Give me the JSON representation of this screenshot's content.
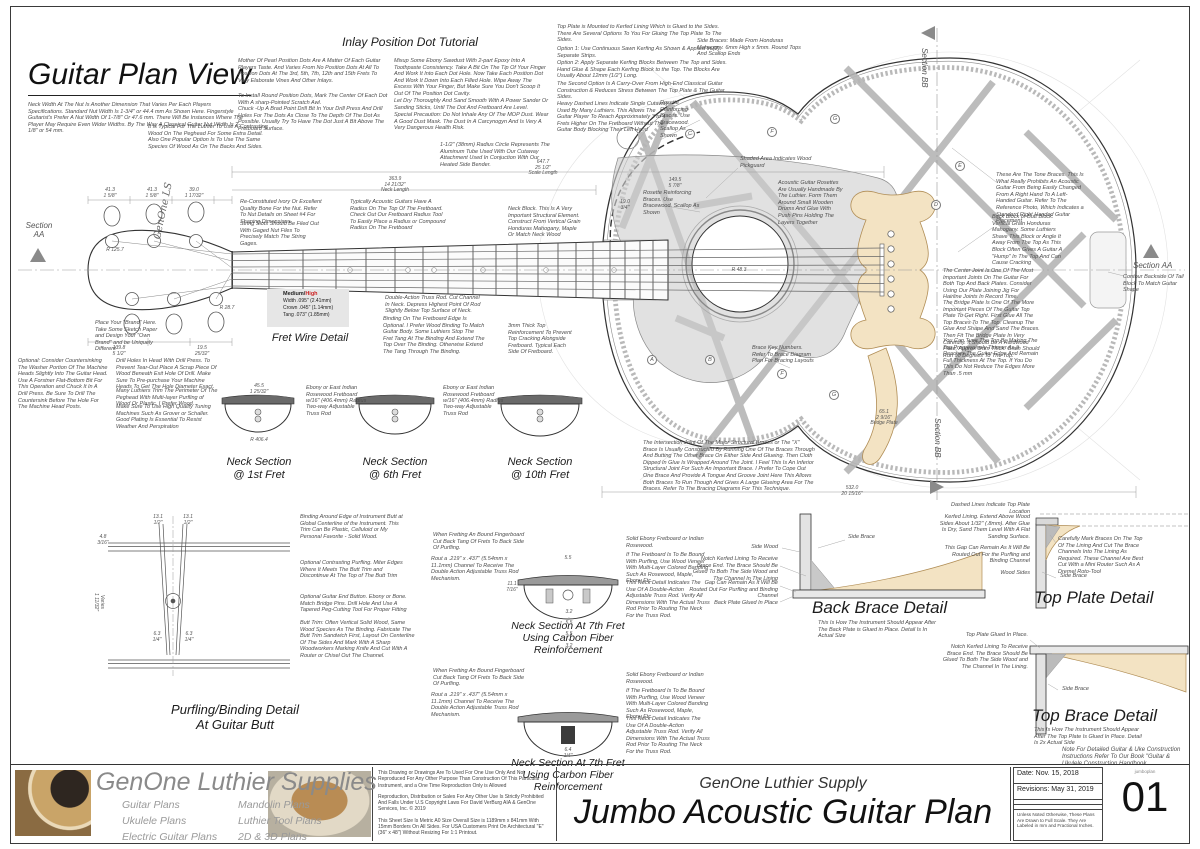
{
  "sheet": {
    "view_title": "Guitar Plan View"
  },
  "tutorial": {
    "title": "Inlay Position Dot Tutorial",
    "c1p1": "Mother Of Pearl Position Dots Are A Matter Of Each Guitar Players Taste. And Varies From No Position Dots At All To Position Dots At The 3rd, 5th, 7th, 12th and 15th Frets To Very Elaborate Vines And Other Inlays.",
    "c1p2": "To Install Round Position Dots, Mark The Center Of Each Dot With A sharp-Pointed Scratch Awl.",
    "c1p3": "Chuck -Up A Brad Point Drill Bit In Your Drill Press And Drill Holes For The Dots As Close To The Depth Of The Dot As Possible. Usually Try To Have The Dot Just A Bit Above The Fretboard Surface.",
    "c2p1": "Mixup Some Ebony Sawdust With 2-part Epoxy Into A Toothpaste Consistency. Take A Bit On The Tip Of Your Finger And Work It Into Each Dot Hole. Now Take Each Position Dot And Work It Down Into Each Filled Hole. Wipe Away The Excess With Your Finger, But Make Sure You Don't Scoop It Out Of The Position Dot Cavity.",
    "c2p2": "Let Dry Thoroughly And Sand Smooth With A Power Sander Or Sanding Sticks, Until The Dot And Fretboard Are Level.",
    "c2p3": "Special Precaution: Do Not Inhale Any Of The MOP Dust. Wear A Good Dust Mask. The Dust In A Carcynogyn And Is Very A Very Dangerous Health Risk."
  },
  "rim": {
    "intro": "Top Plate is Mounted to Kerfed Lining Which is Glued to the Sides. There Are Several Options To You For Gluing The Top Plate To The Sides.",
    "option1": "Option 1: Use Continuous Sawn Kerfing As Shown & Applied In (2) Separate Strips.",
    "option2": "Option 2: Apply Separate Kerfing Blocks Between The Top and Sides. Hand Glue & Shape Each Kerfing Block to the Top. The Blocks Are Usually About 12mm (1/2\") Long.",
    "carryover": "The Second Option Is A Carry-Over From High-End Classical Guitar Construction & Reduces Stress Between The Top Plate & The Guitar Sides.",
    "cutaway": "Heavy Dashed Lines Indicate Single Cutaway Used By Many Luthiers. This Allows The Guitar Player To Reach Approximately 3 to 4 Frets Higher On The Fretboard Without The Guitar Body Blocking Their Left Hand",
    "side_braces": "Side Braces: Made From Honduras Mahogany. 6mm High x 5mm. Round Tops And Scallop Ends",
    "radius_circle": "1-1/2\" (38mm) Radius Circle Represents The Aluminum Tube Used With Our Cutaway Attachment Used In Conjuction With Our Heated Side Bender."
  },
  "head": {
    "view_note": "Neck Width At The Nut Is Another Dimension That Varies Per Each Players Specifications. Standard Nut Width Is 1-3/4\" or 44.4 mm As Shown Here. Fingerstyle Guitarist's Prefer A Nut Width Of 1-7/8\" Or 47.6 mm. There Will Be Instances Where The Player May Require Even Wider Widths. By The Way A Classical Guitar Nut Width Is 2-1/8\" or 54 mm.",
    "contrasting": "It Is Typical For The Luthier To Use A Contrasting Wood On The Peghead For Some Extra Detail. Also One Popular Option Is To Use The Same Species Of Wood As On The Backs And Sides.",
    "brand": "Place Your \"Brand\" Here. Take Some Sketch Paper and Design Your \"Own Brand\" and be Uniquely Different",
    "countersink": "Optional: Consider Countersinking The Washer Portion Of The Machine Heads Slightly Into The Guitar Head. Use A Forstner Flat-Bottom Bit For This Operation and Chuck It In A Drill Press. Be Sure To Drill The Countersink Before The Hole For The Machine Head Posts.",
    "drill": "Drill Holes In Head With Drill Press. To Prevent Tear-Out Place A Scrap Piece Of Wood Beneath Exit Hole Of Drill. Make Sure To Pre-purchase Your Machine Heads To Get The Hole Diameter Exact.",
    "purfling": "Many Luthiers Trim The Perimeter Of The Peghead With Multi-layer Purfling of Wood Or Plastic. I Prefer Wood.",
    "tuners": "Make Sure To Use High Quality Tuning Machines Such As Grover or Schaller. Good Plating Is Essential To Resist Weather And Perspiration",
    "logo": "GenOne LS"
  },
  "neck": {
    "nut_material": "Re-Constituted Ivory Or Excellent Quality Bone For the Nut. Refer To Nut Details on Sheet #4 For Shaping Dimensions",
    "string_slots": "String Slots Should Be Filed Out With Gaged Nut Files To Precisely Match The String Gages.",
    "radius": "Typically Acoustic Guitars Have A Radius On The Top Of The Fretboard. Check Out Our Fretboard Radius Tool To Easily Place a Radius or Compound Radius On The Fretboard",
    "neck_block": "Neck Block. This Is A Very Important Structural Element. Construct From Vertical Grain Honduras Mahogany, Maple Or Match Neck Wood",
    "truss": "Double-Action Truss Rod. Cut Channel In Neck. Depress Highest Point Of Rod Slightly Below Top Surface of Neck.",
    "binding": "Binding On The Fretboard Edge Is Optional. I Prefer Wood Binding To Match Guitar Body. Some Luthiers Stop The Fret Tang At The Binding And Extend The Top Over The Binding. Otherwise Extend The Tang Through The Binding.",
    "reinforcement": "3mm Thick Top Reinforcement To Prevent Top Cracking Alongside Fretboard. Typical Each Side Of Fretboard."
  },
  "body": {
    "pickguard": "Shaded Area Indicates Wood Pickguard",
    "rosette_braces": "Rosette Reinforcing Braces. Use Bracewood. Scallop As Shown",
    "rosettes": "Acoustic Guitar Rosettes Are Usually Handmade By The Luthier. Form Them Around Small Wooden Drums And Glue With Push Pins Holding The Layers Together",
    "tone_braces": "These Are The Tone Braces. This Is What Really Prohibits An Acoustic Guitar From Being Easily Changed From A Right Hand To A Left-Handed Guitar. Refer To The Reference Photo, Which Indicates a Standard Right Handed Guitar Placement",
    "back_block": "Back Block or Butt Block. Vertical Grain Honduras Mahogany. Some Luthiers Shave This Block or Angle It Away From The Top As This Block Often Gives A Guitar A \"Hump\" In The Top And Can Cause Cracking",
    "center_joint": "The Center Joint Is One Of The Most Important Joints On The Guitar For Both Top And Back Plates. Consider Using Our Plate Joining Jig For Hairline Joints In Record Time.",
    "bridge_plate": "The Bridge Plate Is One Of The More Important Pieces Of The Guitar Top Plate To Get Right. First Glue All The Top Braces To The Top. Cleanup The Glue And Shape And Sand The Braces. Then Fit The Bridge Plate In Very Carefully. It Should Be A Hardwood Plate, Approx 3mm Thick. Grain Should Run 90 Degrees To The Top.",
    "tap_tune": "You Can Tune The Top By Making The Top Progressively Thinner As It Reaches The Guitar Edge And Remain Full Thickness At The Top. If You Do This Do Not Reduce The Edges More Than .5 mm",
    "brace_key": "Brace Key Numbers. Refer To Brace Diagram Plan For Bracing Layouts",
    "x_joint": "The Intersection Joint Of The Major Structural Braces or The \"X\" Brace Is Usually Constructed By Running One Of The Braces Through And Butting The Other Brace On Either Side And Glueing. Then Cloth Dipped In Glue Is Wrapped Around The Joint. I Feel This Is An Inferior Structural Joint For Such An Important Brace. I Prefer To Cope Out One Brace And Provide A Tongue And Groove Joint Here This Allows Both Braces To Run Though And Gives A Large Glueing Area For The Braces. Refer To The Bracing Diagrams For This Technique.",
    "contour": "Contour Backside Of Tail Block To Match Guitar Shape"
  },
  "details": {
    "neck_section": "Neck Section",
    "fret1": "@ 1st Fret",
    "fret6": "@ 6th Fret",
    "fret10": "@ 10th Fret",
    "fretwire_label": "Fret Wire Detail",
    "grade_a": "Medium/",
    "grade_b": "High",
    "fw_width": "Width .095\" (2.41mm)",
    "fw_crown": "Crown .045\" (1.14mm)",
    "fw_tang": "Tang .073\" (1.85mm)",
    "fb_note": "Ebony or East Indian Rosewood Fretboard w/16\" (406.4mm) Radius",
    "truss2": "Two-way Adjustable Truss Rod",
    "s7_l1": "Neck Section At 7th Fret",
    "s7_l2": "Using Carbon Fiber",
    "s7_l3": "Reinforcement",
    "s7_tang": "When Fretting An Bound Fingerboard Cut Back Tang Of Frets To Back Side Of Purfling.",
    "s7_rout": "Rout a .219\" x .437\" (5.54mm x 11.1mm) Channel To Receive The Double Action Adjustable Truss Rod Mechanism.",
    "s7_ebony": "Solid Ebony Fretboard or Indian Rosewood.",
    "s7_bound": "If The Fretboard Is To Be Bound With Purfling, Use Wood Veneer With Multi-Layer Colored Banding Such As Rosewood, Maple, Ebony Etc.",
    "s7_use": "This Neck Detail Indicates The Use Of A Double-Action Adjustable Truss Rod. Verify All Dimensions With The Actual Truss Rod Prior To Routing The Neck For the Truss Rod."
  },
  "purf": {
    "l1": "Purfling/Binding Detail",
    "l2": "At Guitar Butt",
    "binding": "Binding Around Edge of Instrument Butt at Global Centerline of the Instrument. This Trim Can Be Plastic, Celluloid or My Personal Favorite - Solid Wood.",
    "contrast": "Optional Contrasting Purfling. Miter Edges Where It Meets The Butt Trim and Discontinue At The Top of The Butt Trim",
    "button": "Optional Guitar End Button. Ebony or Bone. Match Bridge Pins. Drill Hole And Use A Tapered Peg-Cutting Tool For Proper Fitting",
    "butt_trim": "Butt Trim: Often Vertical Solid Wood, Same Wood Species As The Binding. Fabricate The Butt Trim Sandwich First, Layout On Centerline Of The Sides And Mark With A Sharp Woodworkers Marking Knife And Cut With A Router or Chisel Out The Channel."
  },
  "back_brace": {
    "label": "Back Brace Detail",
    "side_brace": "Side Brace",
    "side_wood": "Side Wood",
    "notch": "Notch Kerfed Lining To Receive Brace End. The Brace Should Be Glued To Both The Side Wood and The Channel In The Lining",
    "gap": "Gap Can Remain As It Will Be Routed Out For Purfling and Binding Channel",
    "plate": "Back Plate Glued In Place",
    "appear": "This Is How The Instrument Should Appear After The Back Plate is Glued in Place. Detail Is In Actual Size"
  },
  "top_plate": {
    "label": "Top Plate Detail",
    "dashed": "Dashed Lines Indicate Top Plate Location",
    "kerfed": "Kerfed Lining. Extend Above Wood Sides About 1/32\" (.8mm). After Glue Is Dry, Sand Them Level With A Flat Sanding Surface.",
    "gap": "This Gap Can Remain As It Will Be Routed Out For the Purfling and Binding Channel",
    "wood_sides": "Wood Sides",
    "mark": "Carefully Mark Braces On The Top Of The Lining And Cut The Brace Channels Into The Lining As Required. These Channel Are Best Cut With a Mini Router Such As A Dremel Roto-Tool",
    "side_brace": "Side Brace"
  },
  "top_brace": {
    "label": "Top Brace Detail",
    "glued": "Top Plate Glued In Place.",
    "notch": "Notch Kerfed Lining To Receive Brace End. The Brace Should Be Glued To Both The Side Wood and The Channel In The Lining.",
    "side_brace": "Side Brace",
    "appear": "This Is How The Instrument Should Appear After The Top Plate Is Glued In Place. Detail Is 2x Actual Side",
    "handbook": "Note For Detailed Guitar & Uke Construction Instructions Refer To Our Book \"Guitar & Ukulele Construction Handbook"
  },
  "sections": {
    "aa_l1": "Section",
    "aa_l2": "AA",
    "aa": "Section AA",
    "bb": "Section BB"
  },
  "braces": [
    "A",
    "B",
    "C",
    "D",
    "E",
    "F",
    "G"
  ],
  "dims": {
    "scale": {
      "mm": "647.7",
      "in": "25 1/2\"",
      "lab": "Scale Length"
    },
    "neck_len": {
      "mm": "363.9",
      "in": "14 21/32\"",
      "lab": "Neck Length"
    },
    "w1": {
      "mm": "41.3",
      "in": "1 5/8\""
    },
    "w2": {
      "mm": "41.3",
      "in": "1 5/8\""
    },
    "w3": {
      "mm": "39.0",
      "in": "1 17/32\""
    },
    "head_len": {
      "mm": "139.8",
      "in": "5 1/2\""
    },
    "head_end": {
      "mm": "19.5",
      "in": "25/32\""
    },
    "r_head": "R 125.7",
    "r_neck": "R 28.7",
    "r_sound": "R 48.3",
    "guard": {
      "mm": "149.5",
      "in": "5 7/8\""
    },
    "block_w": {
      "mm": "19.0",
      "in": "3/4\""
    },
    "bplate": {
      "mm": "65.1",
      "in": "2 9/16\"",
      "lab": "Bridge Plate"
    },
    "body_len": {
      "mm": "532.0",
      "in": "20 15/16\""
    },
    "nut_w": {
      "mm": "45.5",
      "in": "1 25/32\""
    },
    "fb_r": "R 406.4",
    "p131": {
      "mm": "13.1",
      "in": "1/2\""
    },
    "p63": {
      "mm": "6.3",
      "in": "1/4\""
    },
    "p48": {
      "mm": "4.8",
      "in": "3/16\""
    },
    "varies": {
      "mm": "Varies",
      "in": "1 11/32\""
    },
    "s7a": {
      "mm": "5.5",
      "in": "7/32\""
    },
    "s7b": {
      "mm": "3.2",
      "in": "1/8\""
    },
    "s7w": {
      "mm": "11.1",
      "in": "7/16\""
    },
    "s7c": {
      "mm": "6.4",
      "in": "1/4\""
    }
  },
  "branding": {
    "name": "GenOne Luthier Supplies",
    "col1": [
      "Guitar Plans",
      "Ukulele Plans",
      "Electric Guitar Plans"
    ],
    "col2": [
      "Mandolin Plans",
      "Luthier Tool Plans",
      "2D & 3D Plans"
    ]
  },
  "legal": {
    "p1": "This Drawing or Drawings Are To Used For One Use Only And Not Reproduced For Any Other Purpose Than Construction Of This Particular Instrument, and a One Time Reproduction Only is Allowed",
    "p2": "Reproduction, Distribution or Sales For Any Other Use Is Strictly Prohibited And Falls Under U.S Copyright Laws For David VerBurg AIA & GenOne Services, Inc. © 2019",
    "p3": "This Sheet Size Is Metric A0 Size Overall Size is 1189mm x 841mm With 15mm Borders On All Sides. For USA Customers Print On Architectural \"E\" (36\" x 48\") Without Resizing For 1:1 Printout."
  },
  "titleblock": {
    "company": "GenOne Luthier Supply",
    "title": "Jumbo Acoustic Guitar Plan",
    "date": "Date: Nov. 15, 2018",
    "revisions": "Revisions: May 31, 2019",
    "code": "jumboplan",
    "page": "01",
    "note": "Unless Noted Otherwise, These Plans Are Drawn to Full Scale. They Are Labeled in mm and Fractional Inches."
  }
}
